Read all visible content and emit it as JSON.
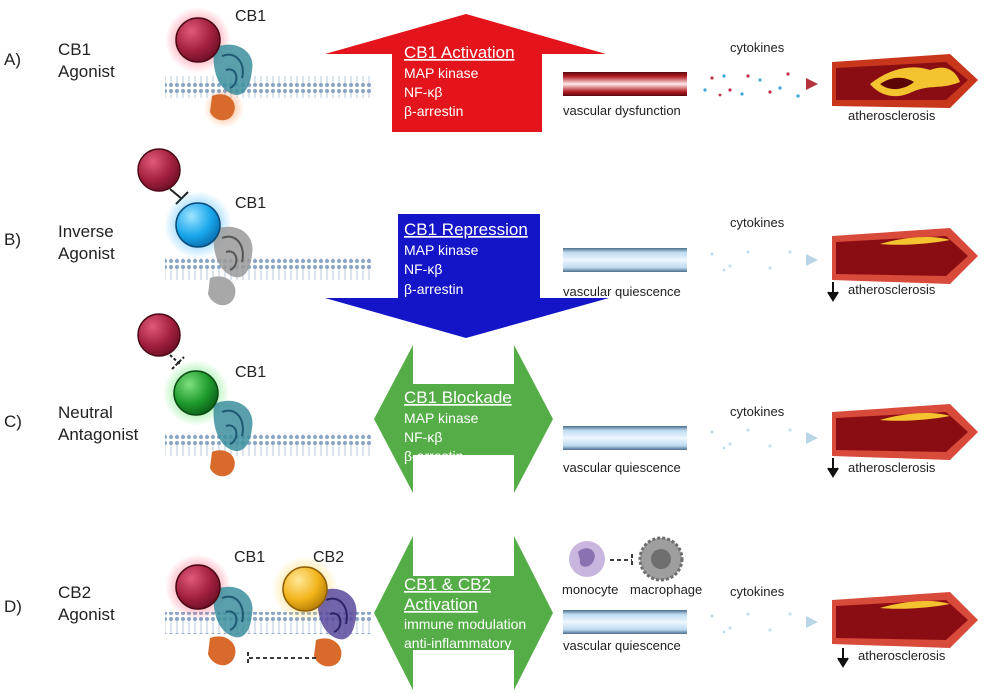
{
  "rows": [
    {
      "letter": "A)",
      "title": [
        "CB1",
        "Agonist"
      ],
      "receptor_labels": [
        "CB1"
      ],
      "arrow": {
        "heading": [
          "CB1 Activation"
        ],
        "items": [
          "MAP kinase",
          "NF-κβ",
          "β-arrestin"
        ],
        "color": "#e3141b"
      },
      "vessel_label": "vascular dysfunction",
      "cytokines_label": "cytokines",
      "outcome_label": "atherosclerosis",
      "outcome_decrease": false
    },
    {
      "letter": "B)",
      "title": [
        "Inverse",
        "Agonist"
      ],
      "receptor_labels": [
        "CB1"
      ],
      "arrow": {
        "heading": [
          "CB1 Repression"
        ],
        "items": [
          "MAP kinase",
          "NF-κβ",
          "β-arrestin"
        ],
        "color": "#1414c8"
      },
      "vessel_label": "vascular quiescence",
      "cytokines_label": "cytokines",
      "outcome_label": "atherosclerosis",
      "outcome_decrease": true
    },
    {
      "letter": "C)",
      "title": [
        "Neutral",
        "Antagonist"
      ],
      "receptor_labels": [
        "CB1"
      ],
      "arrow": {
        "heading": [
          "CB1 Blockade"
        ],
        "items": [
          "MAP kinase",
          "NF-κβ",
          "β-arrestin"
        ],
        "color": "#54ad46"
      },
      "vessel_label": "vascular quiescence",
      "cytokines_label": "cytokines",
      "outcome_label": "atherosclerosis",
      "outcome_decrease": true
    },
    {
      "letter": "D)",
      "title": [
        "CB2",
        "Agonist"
      ],
      "receptor_labels": [
        "CB1",
        "CB2"
      ],
      "arrow": {
        "heading": [
          "CB1 & CB2",
          "Activation"
        ],
        "items": [
          "immune modulation",
          "anti-inflammatory"
        ],
        "color": "#54ad46"
      },
      "cells": {
        "left": "monocyte",
        "right": "macrophage"
      },
      "vessel_label": "vascular quiescence",
      "cytokines_label": "cytokines",
      "outcome_label": "atherosclerosis",
      "outcome_decrease": true
    }
  ],
  "colors": {
    "agonist_ball": "#a3203f",
    "inverse_agonist_ball": "#19a7ec",
    "neutral_antagonist_ball": "#1e9a2c",
    "cb2_agonist_ball": "#f2b31a",
    "vessel_wall": "#8b0d14",
    "plaque": "#f4c430"
  }
}
